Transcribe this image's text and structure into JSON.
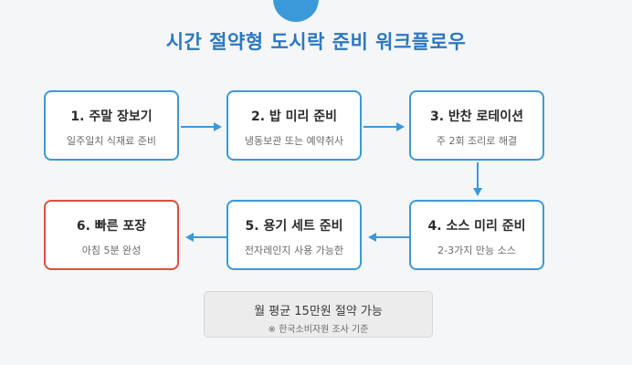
{
  "title": "시간 절약형 도시락 준비 워크플로우",
  "steps": [
    {
      "title": "1. 주말 장보기",
      "desc": "일주일치 식재료 준비"
    },
    {
      "title": "2. 밥 미리 준비",
      "desc": "냉동보관 또는 예약취사"
    },
    {
      "title": "3. 반찬 로테이션",
      "desc": "주 2회 조리로 해결"
    },
    {
      "title": "4. 소스 미리 준비",
      "desc": "2-3가지 만능 소스"
    },
    {
      "title": "5. 용기 세트 준비",
      "desc": "전자레인지 사용 가능한"
    },
    {
      "title": "6. 빠른 포장",
      "desc": "아침 5분 완성"
    }
  ],
  "note": {
    "main": "월 평균 15만원 절약 가능",
    "sub": "※ 한국소비자원 조사 기준"
  },
  "colors": {
    "accent": "#3a9ad9",
    "title": "#2c78bf",
    "highlight": "#d9503f"
  }
}
